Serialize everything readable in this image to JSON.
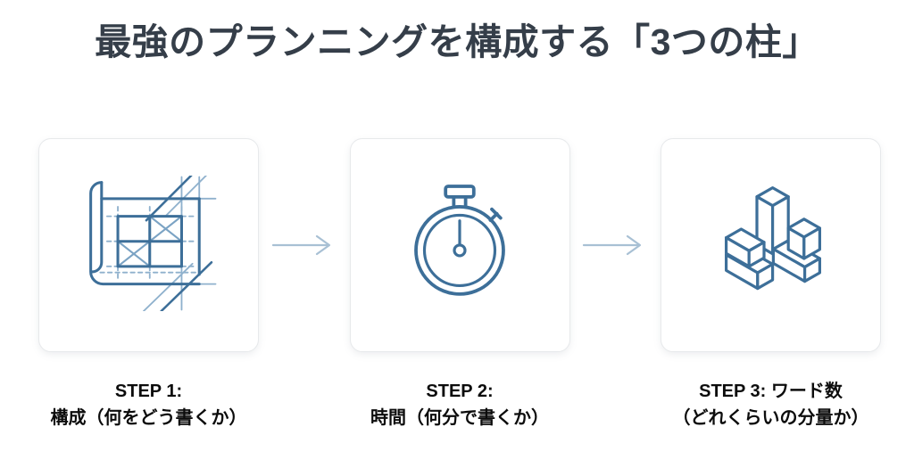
{
  "title": "最強のプランニングを構成する「3つの柱」",
  "steps": [
    {
      "icon": "blueprint-icon",
      "label_line1": "STEP 1:",
      "label_line2": "構成（何をどう書くか）"
    },
    {
      "icon": "stopwatch-icon",
      "label_line1": "STEP 2:",
      "label_line2": "時間（何分で書くか）"
    },
    {
      "icon": "cubes-icon",
      "label_line1": "STEP 3: ワード数",
      "label_line2": "（どれくらいの分量か）"
    }
  ],
  "connector_icon": "right-arrow-icon",
  "colors": {
    "title": "#353e49",
    "caption": "#0c0c0c",
    "icon_stroke": "#3d6f99",
    "icon_stroke_light": "#8fb1cd",
    "arrow": "#a8c0d4",
    "card_border": "#e7e9eb",
    "background": "#ffffff"
  }
}
